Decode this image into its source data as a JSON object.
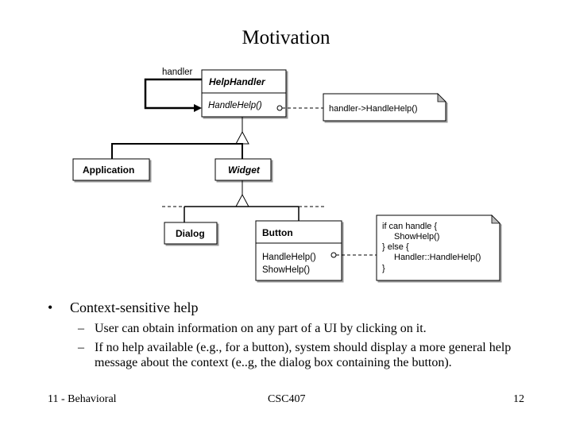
{
  "slide": {
    "title": "Motivation",
    "footer_left": "11 - Behavioral",
    "footer_center": "CSC407",
    "footer_right": "12"
  },
  "diagram": {
    "help_handler": {
      "name": "HelpHandler",
      "op": "HandleHelp()"
    },
    "handler_label": "handler",
    "note_top": "handler->HandleHelp()",
    "application": {
      "name": "Application"
    },
    "widget": {
      "name": "Widget"
    },
    "dialog": {
      "name": "Dialog"
    },
    "button": {
      "name": "Button",
      "ops": [
        "HandleHelp()",
        "ShowHelp()"
      ]
    },
    "note_code": [
      "if can handle {",
      "ShowHelp()",
      "} else {",
      "Handler::HandleHelp()",
      "}"
    ]
  },
  "bullets": {
    "main": "Context-sensitive help",
    "subs": [
      "User can obtain information on any part of a UI by clicking on it.",
      "If no help available (e.g., for a button), system should display a more general help message about the context (e..g, the dialog box containing the button)."
    ]
  }
}
